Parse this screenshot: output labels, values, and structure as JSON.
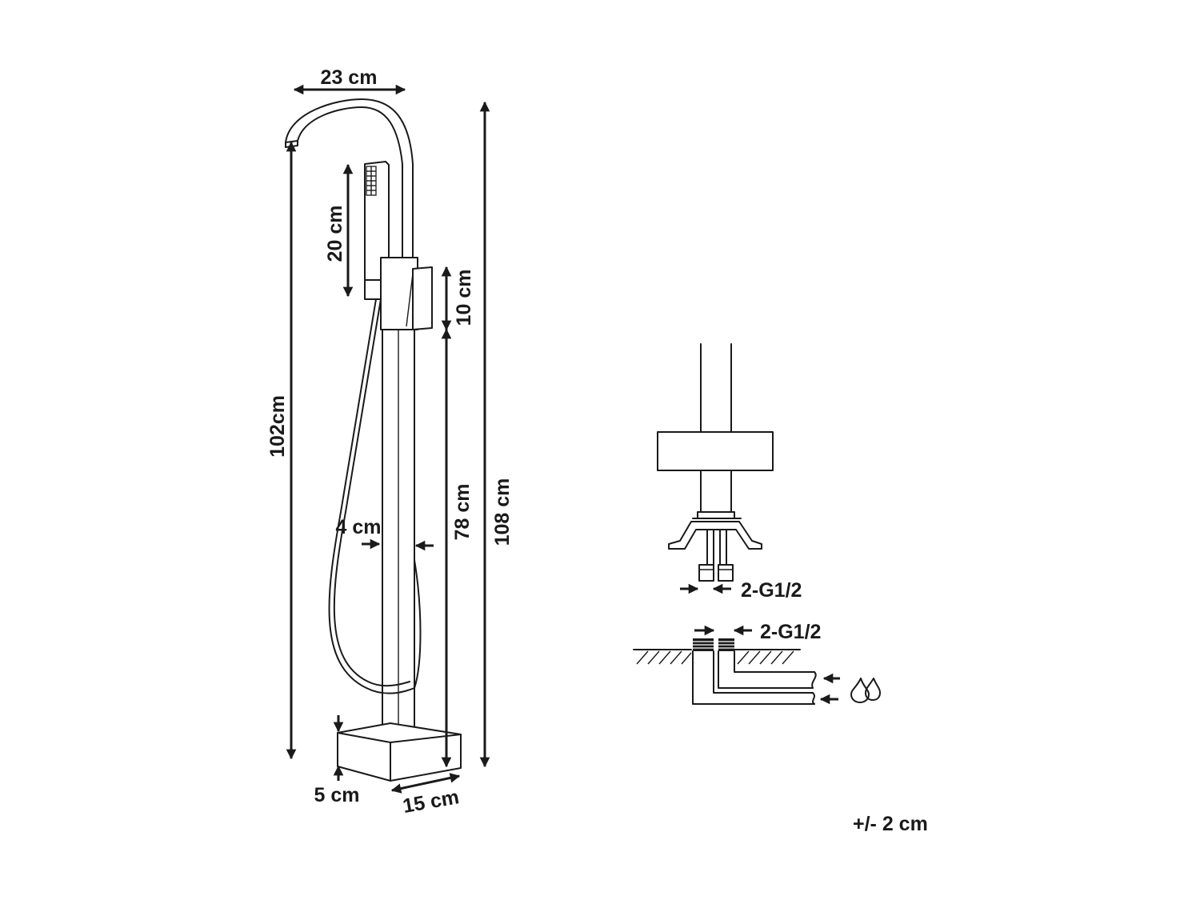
{
  "dimensions": {
    "spout_width": "23 cm",
    "hand_shower_length": "20 cm",
    "mixer_height": "10 cm",
    "spout_height": "102cm",
    "total_height": "108 cm",
    "column_height": "78 cm",
    "column_width": "4 cm",
    "base_height": "5 cm",
    "base_width": "15 cm",
    "connector_thread_top": "2-G1/2",
    "connector_thread_floor": "2-G1/2",
    "tolerance": "+/- 2 cm"
  },
  "icons": {
    "water": "water-drops-icon"
  },
  "colors": {
    "line": "#1a1a1a",
    "background": "#ffffff"
  }
}
